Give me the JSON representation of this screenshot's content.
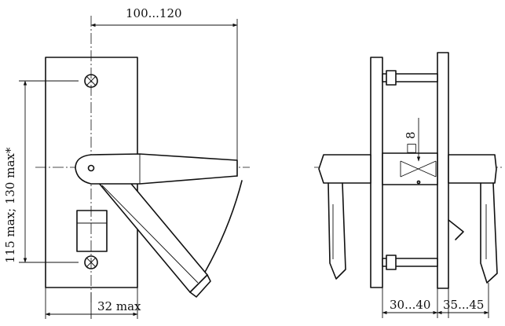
{
  "dimensions": {
    "handle_spread": "100...120",
    "height": "115 max; 130 max*",
    "depth": "32 max",
    "square_size": "□ 8",
    "door_thickness": "30...40",
    "rose_thickness": "35...45"
  }
}
